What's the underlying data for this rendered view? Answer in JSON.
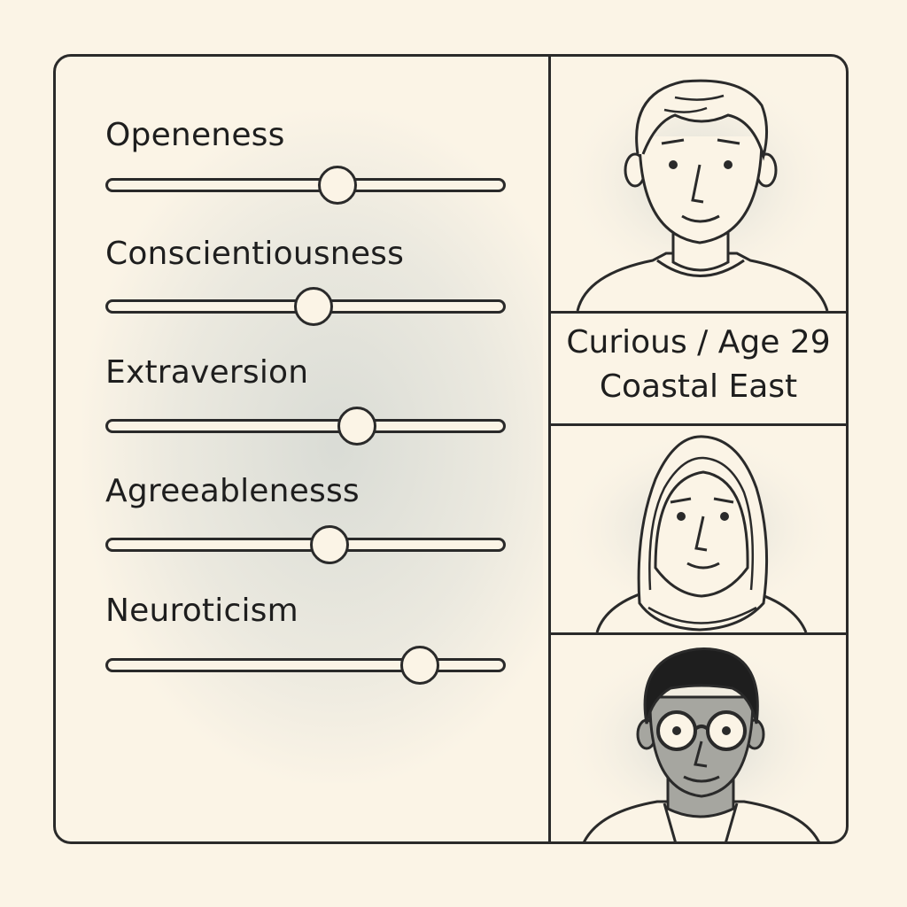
{
  "traits": [
    {
      "label": "Openeness",
      "value": 0.58
    },
    {
      "label": "Conscientiousness",
      "value": 0.52
    },
    {
      "label": "Extraversion",
      "value": 0.63
    },
    {
      "label": "Agreeablenesss",
      "value": 0.56
    },
    {
      "label": "Neuroticism",
      "value": 0.79
    }
  ],
  "profiles": [
    {
      "portrait": "man-short-hair-portrait",
      "caption_line1": "Curious / Age 29",
      "caption_line2": "Coastal East"
    },
    {
      "portrait": "woman-headscarf-portrait"
    },
    {
      "portrait": "man-glasses-curly-hair-portrait"
    }
  ],
  "colors": {
    "background": "#fbf4e6",
    "ink": "#2a2a2a",
    "shade": "#c9cfcc"
  }
}
